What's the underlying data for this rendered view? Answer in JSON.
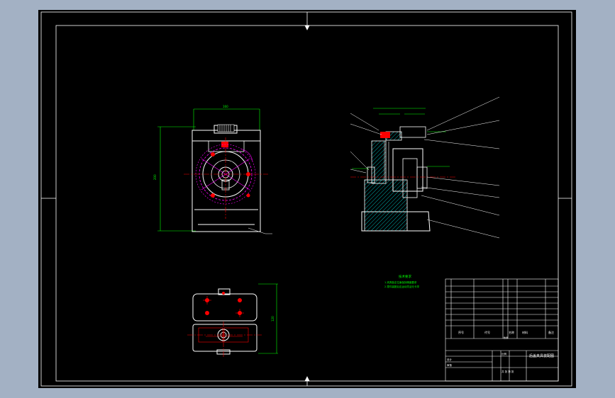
{
  "colors": {
    "background": "#000000",
    "frame": "#ffffff",
    "outline": "#ffffff",
    "dimension": "#00ff00",
    "center_line": "#ff0000",
    "hidden": "#ff00ff",
    "hatch": "#00b0b0",
    "leader": "#ffffff",
    "viewport_surround": "#a3b1c4"
  },
  "technical_requirements": {
    "heading": "技术要求",
    "line_1": "1.夹具各定位面保持精度要求",
    "line_2": "2.零件装配后应运动灵活无卡滞"
  },
  "title_block": {
    "drawing_title": "后盖夹具装配图",
    "header_row": [
      "序号",
      "代号",
      "名称",
      "数量",
      "材料",
      "备注"
    ],
    "designer_label": "设计",
    "checker_label": "审核",
    "scale_label": "比例",
    "sheet_label": "共 张 第 张"
  }
}
